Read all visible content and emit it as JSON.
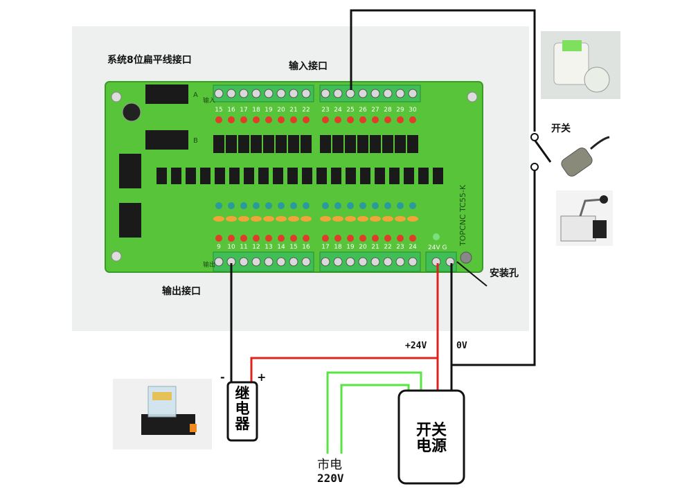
{
  "labels": {
    "flat_cable": "系统8位扁平线接口",
    "input_port": "输入接口",
    "output_port": "输出接口",
    "mount_hole": "安装孔",
    "switch": "开关",
    "relay": "继\n电\n器",
    "power_supply": "开关\n电源",
    "mains": "市电",
    "mains_voltage": "220V",
    "plus24": "+24V",
    "zero_v": "0V",
    "minus": "-",
    "plus": "+"
  },
  "board": {
    "connector_a": "A",
    "connector_b": "B",
    "input_tag": "输入",
    "output_tag": "输出",
    "silk_text": "TOPCNC TC55-K",
    "power_terminals": "24V G",
    "input_numbers": [
      "15",
      "16",
      "17",
      "18",
      "19",
      "20",
      "21",
      "22",
      "23",
      "24",
      "25",
      "26",
      "27",
      "28",
      "29",
      "30"
    ],
    "output_numbers": [
      "9",
      "10",
      "11",
      "12",
      "13",
      "14",
      "15",
      "16",
      "17",
      "18",
      "19",
      "20",
      "21",
      "22",
      "23",
      "24"
    ]
  },
  "colors": {
    "board_green": "#58c43a",
    "terminal_green": "#3fbf55",
    "wire_red": "#e0221f",
    "wire_green": "#55e640",
    "wire_black": "#111111",
    "photo_bg": "#eef0ef"
  }
}
